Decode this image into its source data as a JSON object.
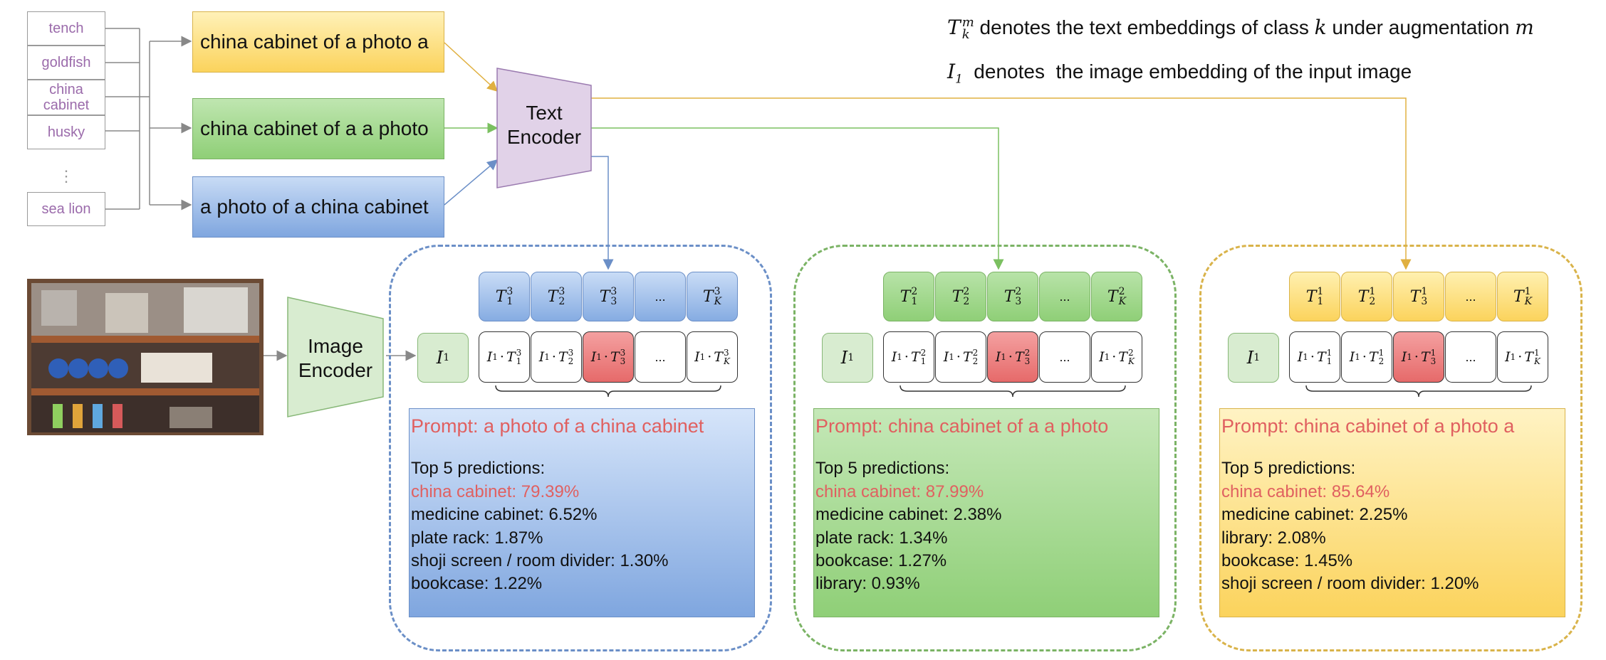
{
  "classes": [
    "tench",
    "goldfish",
    "china cabinet",
    "husky",
    "⋮",
    "sea lion"
  ],
  "prompts": [
    {
      "text": "china cabinet of a photo a",
      "color": "#fbd35c"
    },
    {
      "text": "china cabinet of a a photo",
      "color": "#8fcf77"
    },
    {
      "text": "a photo of a china cabinet",
      "color": "#7fa6df"
    }
  ],
  "text_encoder": {
    "line1": "Text",
    "line2": "Encoder"
  },
  "image_encoder": {
    "line1": "Image",
    "line2": "Encoder"
  },
  "legend": {
    "line1_symbol": "T",
    "line1_sup": "m",
    "line1_sub": "k",
    "line1_text_a": " denotes the text embeddings of class ",
    "line1_var_k": "k",
    "line1_text_b": " under augmentation ",
    "line1_var_m": "m",
    "line2_symbol": "I",
    "line2_sub": "1",
    "line2_text": "  denotes  the image embedding of the input image"
  },
  "panels": [
    {
      "aug": "3",
      "color": "#6b8fc7",
      "embeddings": [
        "T₁³",
        "T₂³",
        "T₃³",
        "...",
        "T_K³"
      ],
      "emb_parts": [
        [
          "1",
          "3"
        ],
        [
          "2",
          "3"
        ],
        [
          "3",
          "3"
        ],
        null,
        [
          "K",
          "3"
        ]
      ],
      "image_label": "I₁",
      "prompt_label": "Prompt: a photo of a china cabinet",
      "top_header": "Top 5 predictions:",
      "predictions": [
        "china cabinet: 79.39%",
        "medicine cabinet: 6.52%",
        "plate rack: 1.87%",
        "shoji screen / room divider: 1.30%",
        "bookcase: 1.22%"
      ]
    },
    {
      "aug": "2",
      "color": "#7bb365",
      "embeddings": [
        "T₁²",
        "T₂²",
        "T₃²",
        "...",
        "T_K²"
      ],
      "emb_parts": [
        [
          "1",
          "2"
        ],
        [
          "2",
          "2"
        ],
        [
          "3",
          "2"
        ],
        null,
        [
          "K",
          "2"
        ]
      ],
      "image_label": "I₁",
      "prompt_label": "Prompt: china cabinet of a a photo",
      "top_header": "Top 5 predictions:",
      "predictions": [
        "china cabinet: 87.99%",
        "medicine cabinet: 2.38%",
        "plate rack: 1.34%",
        "bookcase: 1.27%",
        "library: 0.93%"
      ]
    },
    {
      "aug": "1",
      "color": "#d9b34a",
      "embeddings": [
        "T₁¹",
        "T₂¹",
        "T₃¹",
        "...",
        "T_K¹"
      ],
      "emb_parts": [
        [
          "1",
          "1"
        ],
        [
          "2",
          "1"
        ],
        [
          "3",
          "1"
        ],
        null,
        [
          "K",
          "1"
        ]
      ],
      "image_label": "I₁",
      "prompt_label": "Prompt: china cabinet of a photo a",
      "top_header": "Top 5 predictions:",
      "predictions": [
        "china cabinet: 85.64%",
        "medicine cabinet: 2.25%",
        "library: 2.08%",
        "bookcase: 1.45%",
        "shoji screen / room divider: 1.20%"
      ]
    }
  ],
  "highlight_color": "#e66a6a"
}
